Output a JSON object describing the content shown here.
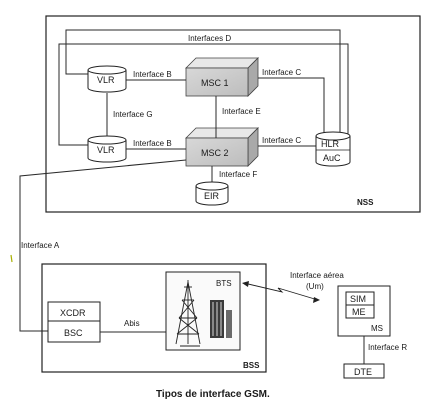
{
  "labels": {
    "interfaces_d": "Interfaces D",
    "interface_b_top": "Interface B",
    "interface_c_top": "Interface C",
    "interface_g": "Interface G",
    "interface_e": "Interface E",
    "interface_b_bottom": "Interface B",
    "interface_c_bottom": "Interface C",
    "interface_f": "Interface F",
    "interface_a": "Interface A",
    "interface_aerea_line1": "Interface aérea",
    "interface_aerea_line2": "(Um)",
    "abis": "Abis",
    "interface_r": "Interface R"
  },
  "nodes": {
    "vlr_top": "VLR",
    "msc1": "MSC 1",
    "vlr_bottom": "VLR",
    "msc2": "MSC 2",
    "hlr": "HLR",
    "auc": "AuC",
    "eir": "EIR",
    "xcdr": "XCDR",
    "bsc": "BSC",
    "bts": "BTS",
    "sim": "SIM",
    "me": "ME",
    "ms": "MS",
    "dte": "DTE"
  },
  "regions": {
    "nss": "NSS",
    "bss": "BSS"
  },
  "caption": "Tipos de interface GSM."
}
